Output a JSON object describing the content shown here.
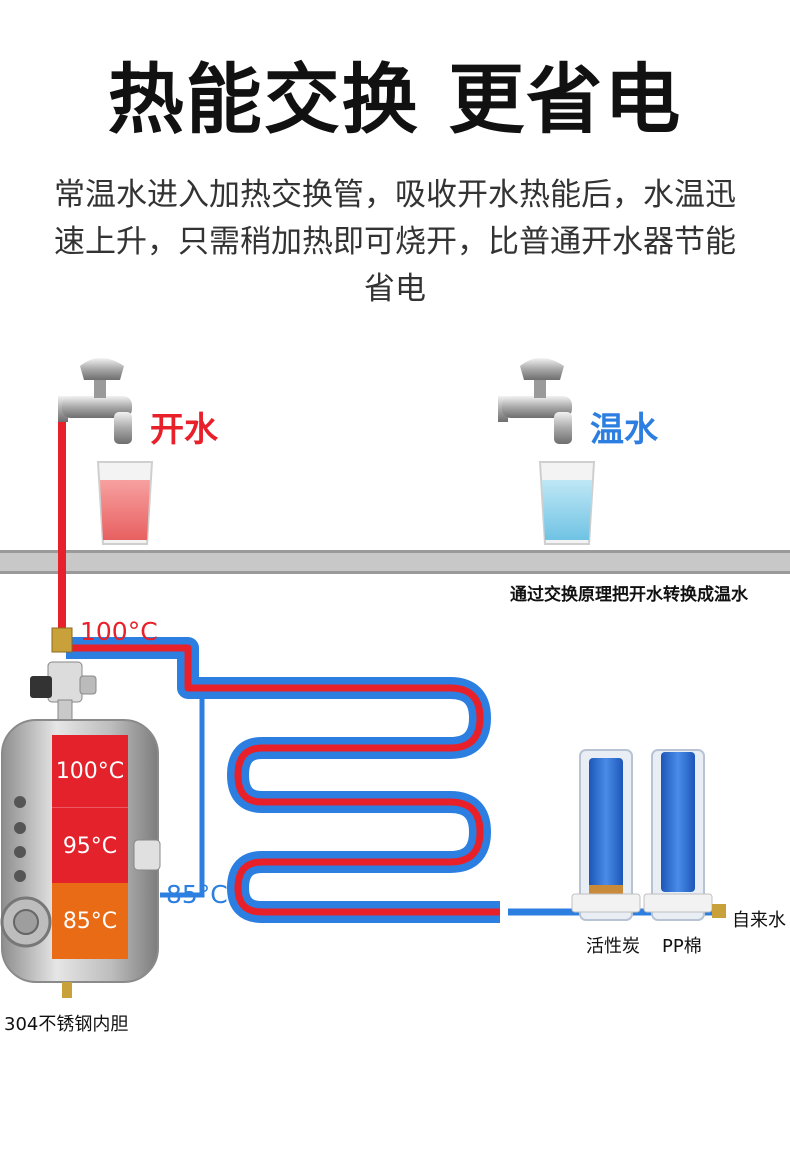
{
  "header": {
    "title": "热能交换 更省电",
    "description": "常温水进入加热交换管，吸收开水热能后，水温迅速上升，只需稍加热即可烧开，比普通开水器节能省电"
  },
  "outlets": {
    "hot_label": "开水",
    "warm_label": "温水"
  },
  "exchange_note": "通过交换原理把开水转换成温水",
  "temps": {
    "pipe_hot": "100°C",
    "pipe_return": "85°C"
  },
  "tank": {
    "zones": [
      "100°C",
      "95°C",
      "85°C"
    ],
    "label": "304不锈钢内胆"
  },
  "filters": {
    "carbon": "活性炭",
    "pp": "PP棉",
    "inlet": "自来水"
  },
  "colors": {
    "hot": "#e8202a",
    "cold": "#2c7fe0",
    "mid": "#ea6b15",
    "pipe_gray": "#c2c2c2"
  }
}
